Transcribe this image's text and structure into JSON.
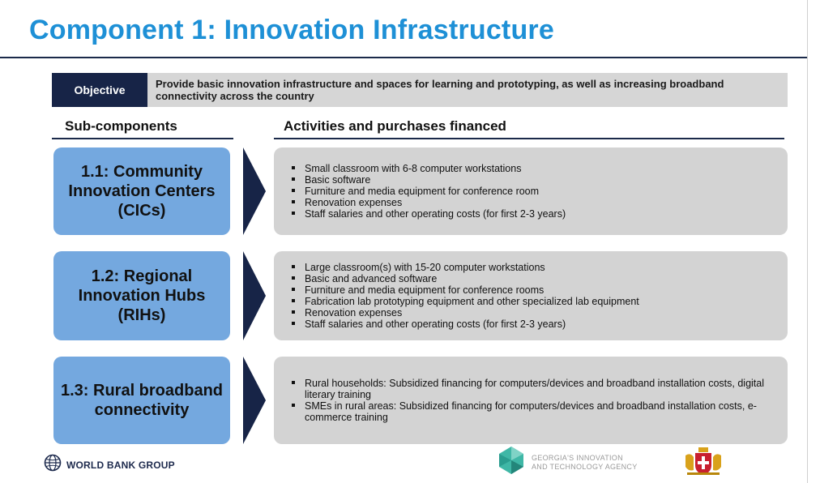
{
  "header": {
    "title": "Component 1: Innovation Infrastructure"
  },
  "objective": {
    "label": "Objective",
    "text": "Provide basic innovation infrastructure and spaces for learning and prototyping, as well as increasing broadband connectivity across the country"
  },
  "columns": {
    "left": "Sub-components",
    "right": "Activities and purchases financed"
  },
  "rows": [
    {
      "sub_component": "1.1: Community Innovation Centers (CICs)",
      "activities": [
        "Small classroom with 6-8 computer workstations",
        "Basic software",
        "Furniture and media equipment for conference room",
        "Renovation expenses",
        "Staff salaries and other operating costs (for first 2-3 years)"
      ]
    },
    {
      "sub_component": "1.2: Regional Innovation Hubs (RIHs)",
      "activities": [
        "Large classroom(s) with 15-20 computer workstations",
        "Basic and advanced software",
        "Furniture and media equipment for conference rooms",
        "Fabrication lab prototyping equipment and other specialized lab equipment",
        "Renovation expenses",
        "Staff salaries and other operating costs (for first 2-3 years)"
      ]
    },
    {
      "sub_component": "1.3: Rural broadband connectivity",
      "activities": [
        "Rural households: Subsidized financing for computers/devices and broadband installation costs, digital literary training",
        "SMEs in rural areas: Subsidized financing for computers/devices and broadband installation costs, e-commerce training"
      ]
    }
  ],
  "footer": {
    "world_bank": "WORLD BANK GROUP",
    "gita_line1": "GEORGIA'S INNOVATION",
    "gita_line2": "AND TECHNOLOGY AGENCY"
  },
  "icons": {
    "world_bank_logo": "globe-icon",
    "gita_logo": "gem-icon",
    "georgia_emblem": "coat-of-arms-icon",
    "arrows": "chevron-right-icon"
  },
  "colors": {
    "title": "#1e90d6",
    "navy": "#172447",
    "sub_box": "#74a8df",
    "act_box": "#d3d3d3",
    "objective_bg": "#d6d6d6"
  }
}
